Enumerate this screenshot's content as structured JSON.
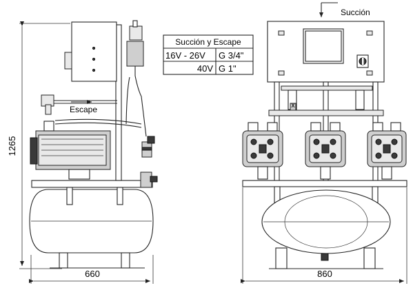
{
  "labels": {
    "suction": "Succión",
    "exhaust": "Escape",
    "height": "1265",
    "width_side": "660",
    "width_front": "860"
  },
  "table": {
    "header": "Succión y Escape",
    "rows": [
      {
        "voltage": "16V - 26V",
        "thread": "G 3/4\""
      },
      {
        "voltage": "40V",
        "thread": "G 1\""
      }
    ]
  }
}
